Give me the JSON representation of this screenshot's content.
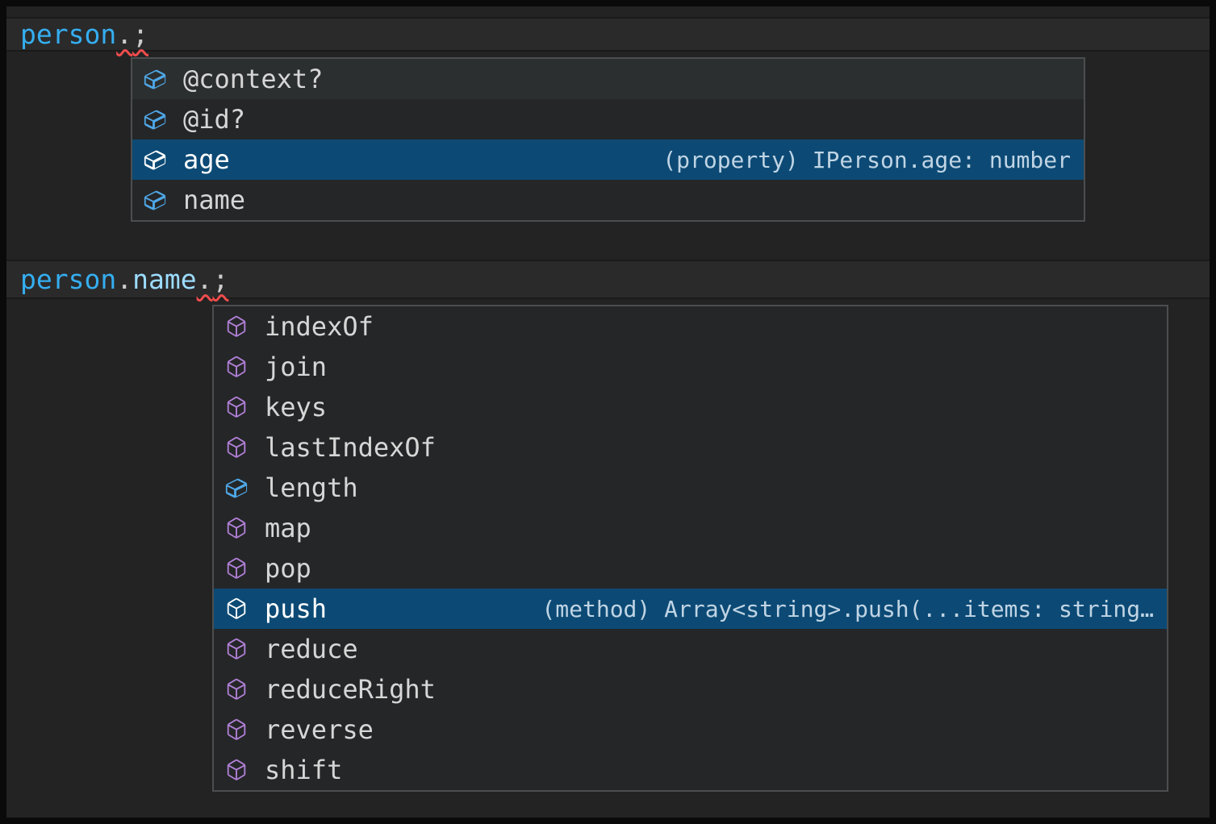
{
  "colors": {
    "frame": "#0a0a0b",
    "editor_bg": "#232324",
    "line_highlight_bg": "#2a2a2b",
    "line_highlight_border": "#1a1a1b",
    "suggest_bg": "#252628",
    "suggest_border": "#4b4e50",
    "selection_bg": "#0c4a75",
    "hover_bg": "#2c2f30",
    "method_icon": "#b180d7",
    "field_icon": "#4fa8e8",
    "selected_icon": "#ffffff",
    "variable_text": "#35aef0",
    "property_text": "#9cdcfe",
    "punctuation_text": "#cccccc",
    "label_text": "#d6d6d6",
    "detail_text": "#c0d4e4",
    "error_squiggle": "#f14c4c"
  },
  "editor": {
    "line1": {
      "t0": "person",
      "t1": ".",
      "t2": ";"
    },
    "line2": {
      "t0": "person",
      "t1": ".",
      "t2": "name",
      "t3": ".",
      "t4": ";"
    }
  },
  "suggest1": {
    "items": [
      {
        "label": "@context?",
        "kind": "field"
      },
      {
        "label": "@id?",
        "kind": "field"
      },
      {
        "label": "age",
        "kind": "field",
        "selected": true,
        "detail": "(property) IPerson.age: number"
      },
      {
        "label": "name",
        "kind": "field"
      }
    ]
  },
  "suggest2": {
    "items": [
      {
        "label": "indexOf",
        "kind": "method"
      },
      {
        "label": "join",
        "kind": "method"
      },
      {
        "label": "keys",
        "kind": "method"
      },
      {
        "label": "lastIndexOf",
        "kind": "method"
      },
      {
        "label": "length",
        "kind": "field"
      },
      {
        "label": "map",
        "kind": "method"
      },
      {
        "label": "pop",
        "kind": "method"
      },
      {
        "label": "push",
        "kind": "method",
        "selected": true,
        "detail": "(method) Array<string>.push(...items: string…"
      },
      {
        "label": "reduce",
        "kind": "method"
      },
      {
        "label": "reduceRight",
        "kind": "method"
      },
      {
        "label": "reverse",
        "kind": "method"
      },
      {
        "label": "shift",
        "kind": "method"
      }
    ]
  }
}
